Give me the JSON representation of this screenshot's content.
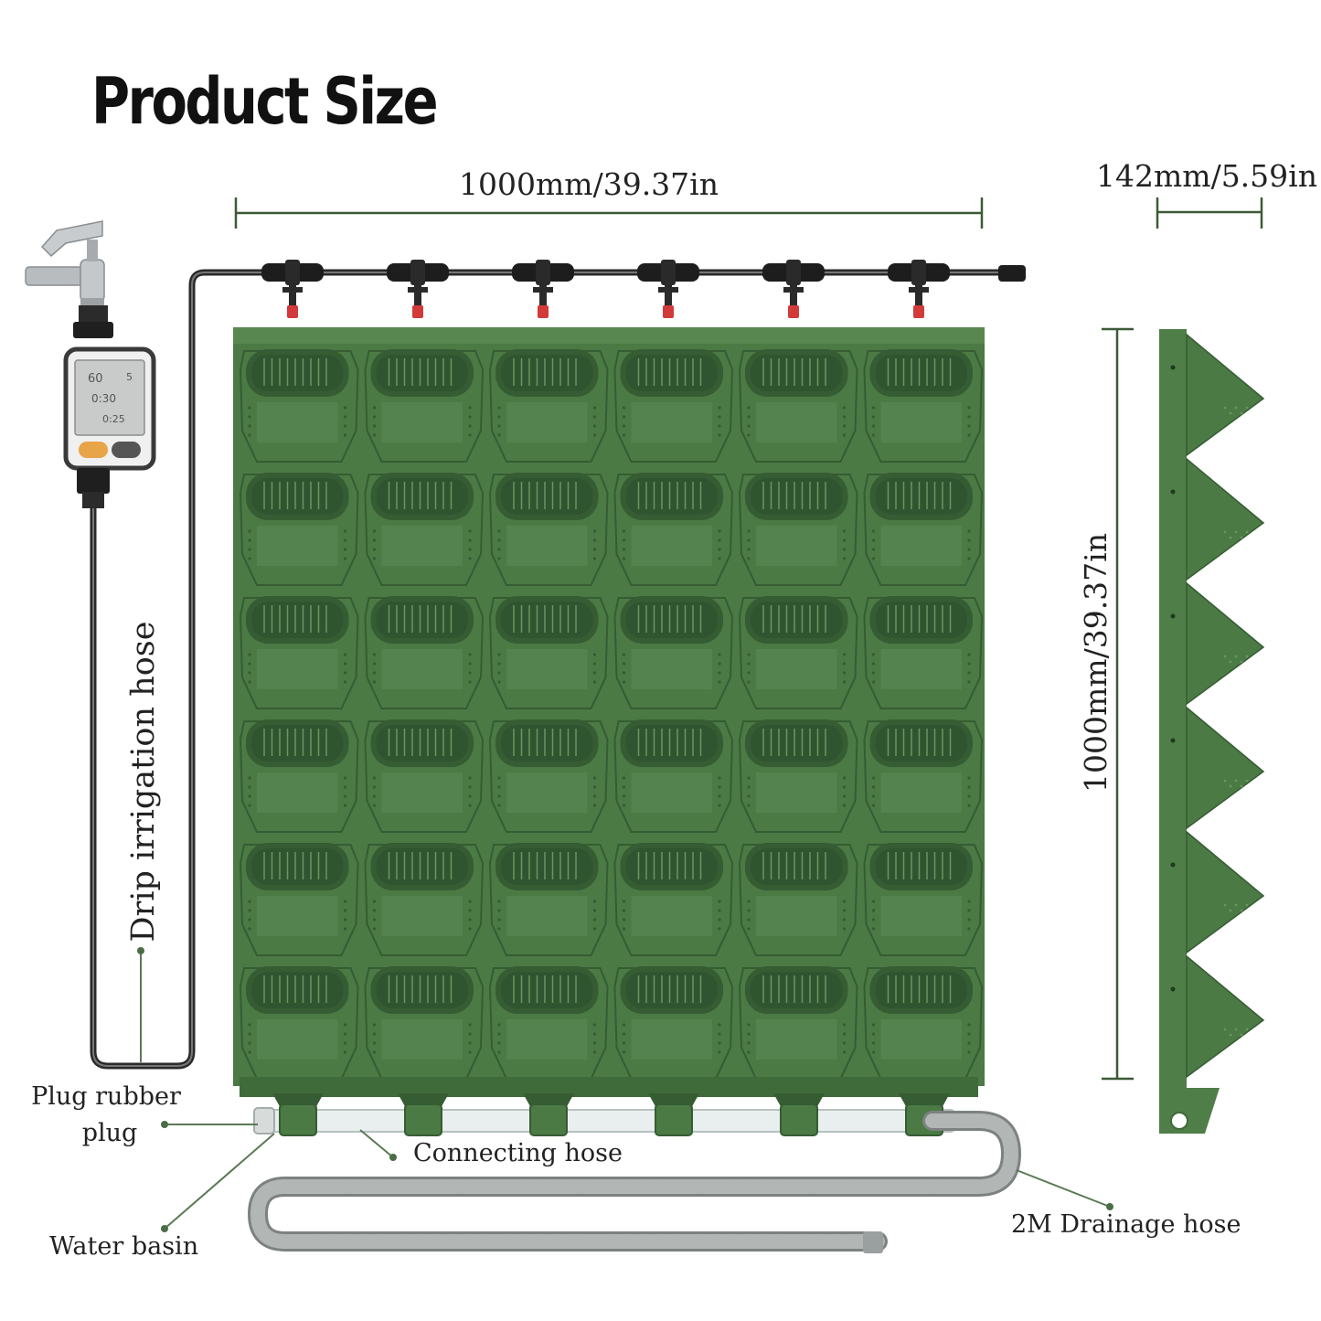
{
  "title": "Product Size",
  "dimensions": {
    "width": "1000mm/39.37in",
    "depth": "142mm/5.59in",
    "height": "1000mm/39.37in"
  },
  "labels": {
    "drip_hose": "Drip irrigation hose",
    "plug_line1": "Plug rubber",
    "plug_line2": "plug",
    "connecting_hose": "Connecting hose",
    "water_basin": "Water basin",
    "drainage_hose": "2M Drainage hose"
  },
  "timer_display": {
    "row1a": "60",
    "row1b": "5",
    "row2": "0:30",
    "row3": "0:25"
  },
  "grid": {
    "columns": 6,
    "rows": 6
  },
  "colors": {
    "planter": "#4b7a45",
    "planter_dark": "#365c33",
    "planter_light": "#6a9560",
    "dimension_line": "#3c5a36",
    "hose": "#333333",
    "drainage": "#a5a9a8",
    "dripper_tip": "#d23a3a"
  }
}
